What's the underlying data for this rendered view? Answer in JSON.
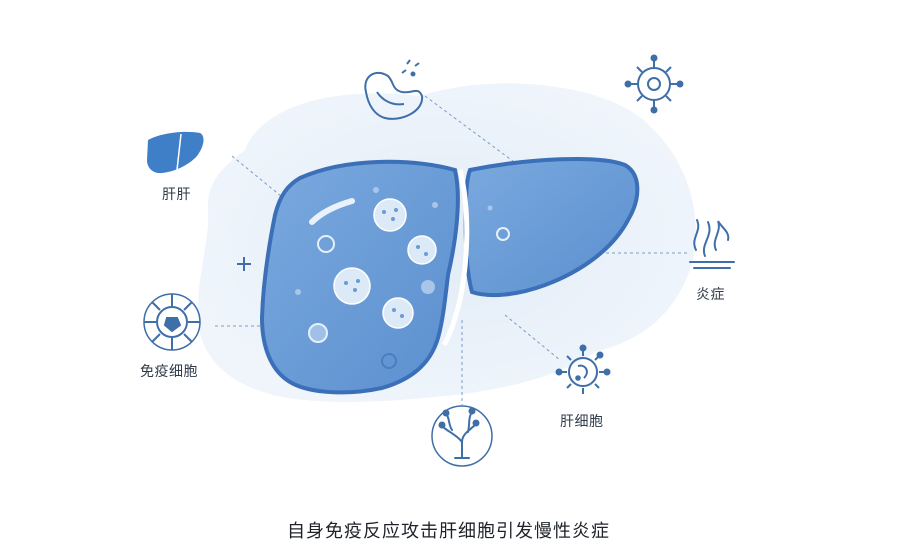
{
  "labels": {
    "liver": "肝肝",
    "immune_cell": "免疫细胞",
    "inflammation": "炎症",
    "hepatocyte": "肝细胞"
  },
  "caption": "自身免疫反应攻击肝细胞引发慢性炎症",
  "icons": [
    "liver-icon",
    "immune-cell-icon",
    "gut-icon",
    "virus-icon",
    "inflammation-icon",
    "hepatocyte-icon",
    "branching-cell-icon",
    "plus-icon"
  ],
  "colors": {
    "primary": "#3f7fc8",
    "liver_fill": "#6a9bd6",
    "background_blob": "#e8f1fa",
    "line": "#6d94c4"
  }
}
